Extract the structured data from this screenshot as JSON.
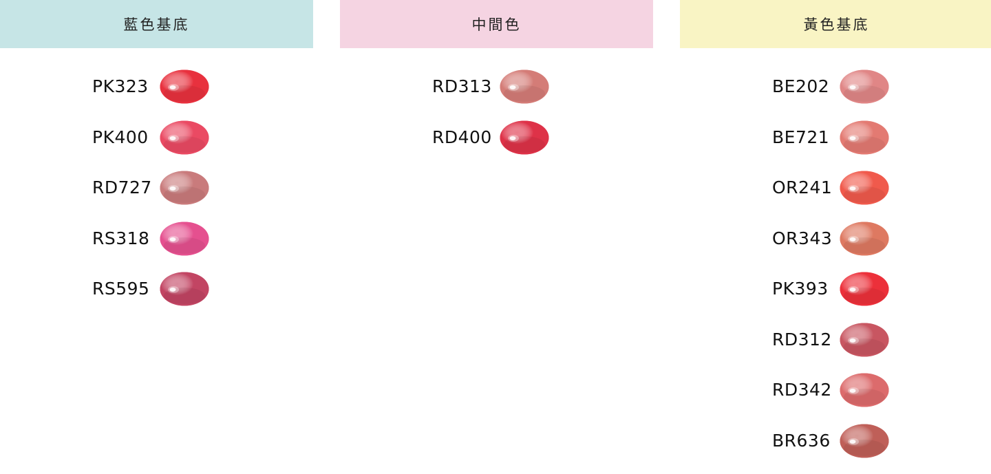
{
  "columns": [
    {
      "title": "藍色基底",
      "header_color": "#c6e5e6",
      "shades": [
        {
          "code": "PK323",
          "color": "#e8313e"
        },
        {
          "code": "PK400",
          "color": "#ea4a63"
        },
        {
          "code": "RD727",
          "color": "#c97b7c"
        },
        {
          "code": "RS318",
          "color": "#e5508f"
        },
        {
          "code": "RS595",
          "color": "#c24563"
        }
      ]
    },
    {
      "title": "中間色",
      "header_color": "#f5d4e2",
      "shades": [
        {
          "code": "RD313",
          "color": "#d47c77"
        },
        {
          "code": "RD400",
          "color": "#de3248"
        }
      ]
    },
    {
      "title": "黃色基底",
      "header_color": "#f9f4c4",
      "shades": [
        {
          "code": "BE202",
          "color": "#e08686"
        },
        {
          "code": "BE721",
          "color": "#e37a72"
        },
        {
          "code": "OR241",
          "color": "#f05a4c"
        },
        {
          "code": "OR343",
          "color": "#de7961"
        },
        {
          "code": "PK393",
          "color": "#ec303a"
        },
        {
          "code": "RD312",
          "color": "#c85661"
        },
        {
          "code": "RD342",
          "color": "#dc6b6c"
        },
        {
          "code": "BR636",
          "color": "#bf5f58"
        }
      ]
    }
  ]
}
